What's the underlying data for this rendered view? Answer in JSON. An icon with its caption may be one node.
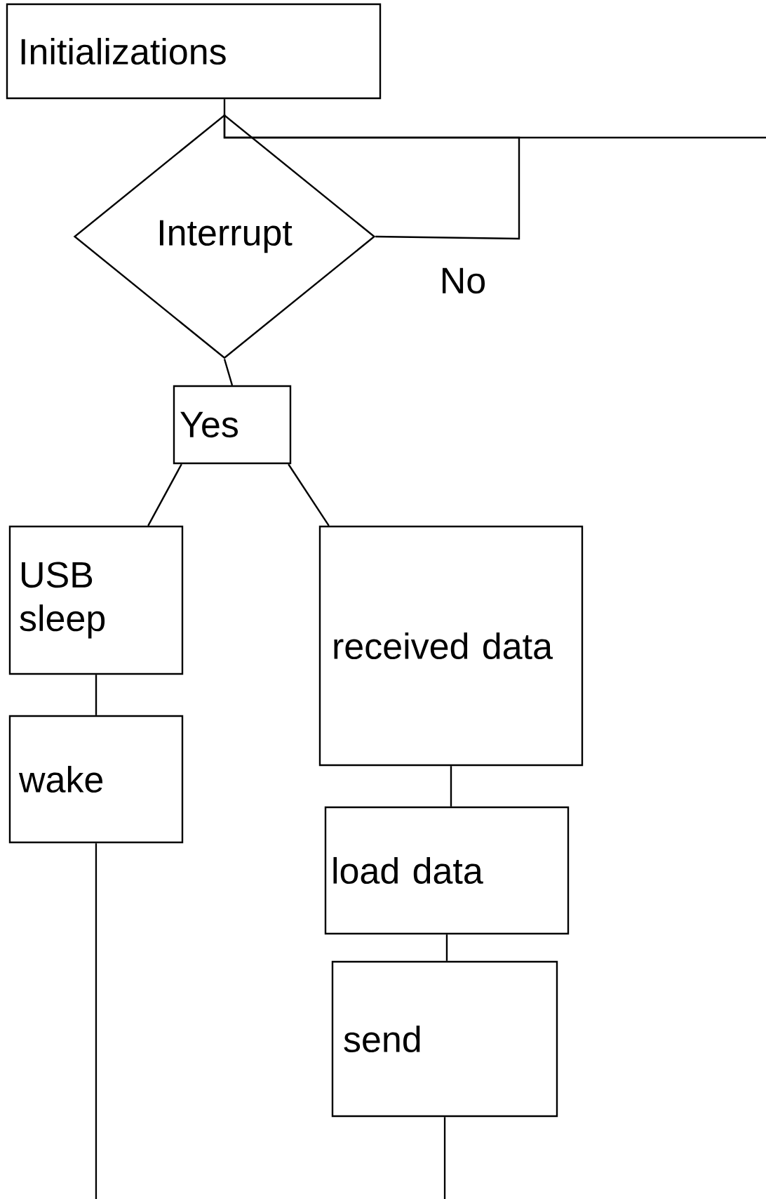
{
  "diagram": {
    "nodes": [
      {
        "text": [
          "Initializations"
        ]
      },
      {
        "text": [
          "Interrupt"
        ]
      },
      {
        "text": [
          "Yes"
        ]
      },
      {
        "text": [
          "USB sleep"
        ]
      },
      {
        "text": [
          "wake"
        ]
      },
      {
        "text": [
          "received data"
        ]
      },
      {
        "text": [
          "load data"
        ]
      },
      {
        "text": [
          "send"
        ]
      }
    ],
    "edges": [
      {
        "from": 0,
        "to": 1,
        "arrow": "none"
      },
      {
        "from": 1,
        "to": 1,
        "arrow": "none",
        "label": "No"
      },
      {
        "from": null,
        "to": 1,
        "arrow": "none"
      },
      {
        "from": 1,
        "to": 2,
        "arrow": "none"
      },
      {
        "from": 2,
        "to": 3,
        "arrow": "none"
      },
      {
        "from": 2,
        "to": 5,
        "arrow": "none"
      },
      {
        "from": 3,
        "to": 4,
        "arrow": "none"
      },
      {
        "from": 5,
        "to": 6,
        "arrow": "none"
      },
      {
        "from": 6,
        "to": 7,
        "arrow": "none"
      },
      {
        "from": 4,
        "to": null,
        "arrow": "none"
      },
      {
        "from": 7,
        "to": null,
        "arrow": "none"
      }
    ]
  }
}
